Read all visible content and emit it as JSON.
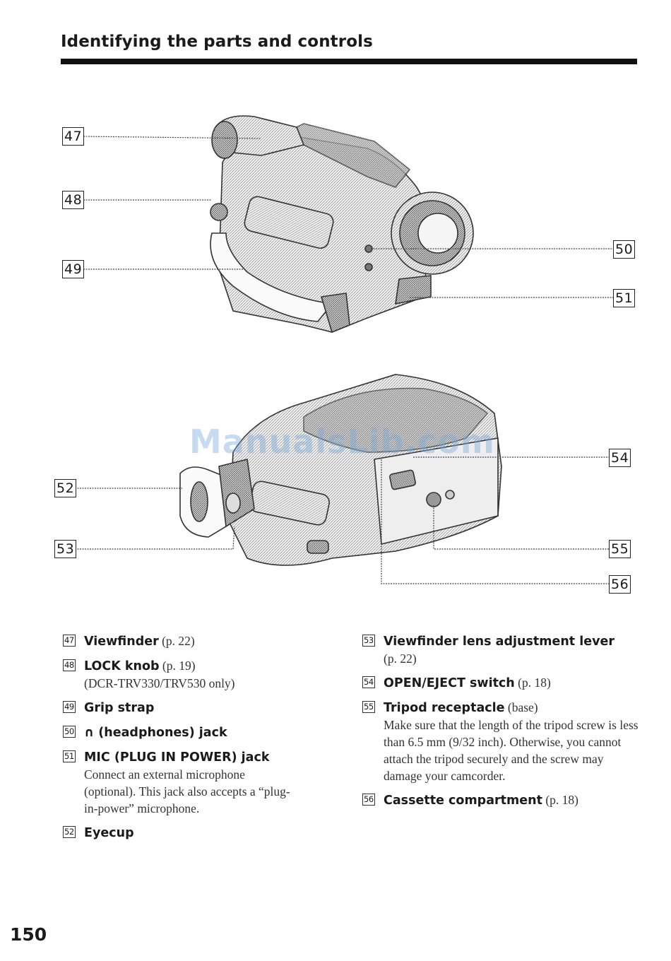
{
  "header": {
    "title": "Identifying the parts and controls"
  },
  "figure": {
    "callouts": [
      "47",
      "48",
      "49",
      "50",
      "51",
      "52",
      "53",
      "54",
      "55",
      "56"
    ],
    "watermark": "ManualsLib.com"
  },
  "items_left": [
    {
      "num": "47",
      "term": "Viewfinder",
      "ref": " (p. 22)",
      "desc": ""
    },
    {
      "num": "48",
      "term": "LOCK knob",
      "ref": " (p. 19)",
      "desc": "(DCR-TRV330/TRV530 only)"
    },
    {
      "num": "49",
      "term": "Grip strap",
      "ref": "",
      "desc": ""
    },
    {
      "num": "50",
      "term": "∩ (headphones) jack",
      "ref": "",
      "desc": ""
    },
    {
      "num": "51",
      "term": "MIC (PLUG IN POWER) jack",
      "ref": "",
      "desc": "Connect an external microphone (optional). This jack also accepts a “plug-in-power” microphone."
    },
    {
      "num": "52",
      "term": "Eyecup",
      "ref": "",
      "desc": ""
    }
  ],
  "items_right": [
    {
      "num": "53",
      "term": "Viewfinder lens adjustment lever",
      "ref": "",
      "desc": "(p. 22)"
    },
    {
      "num": "54",
      "term": "OPEN/EJECT switch",
      "ref": " (p. 18)",
      "desc": ""
    },
    {
      "num": "55",
      "term": "Tripod receptacle",
      "ref": " (base)",
      "desc": "Make sure that the length of the tripod screw is less than 6.5 mm (9/32 inch). Otherwise, you cannot attach the tripod securely and the screw may damage your camcorder."
    },
    {
      "num": "56",
      "term": "Cassette compartment",
      "ref": " (p. 18)",
      "desc": ""
    }
  ],
  "page_number": "150"
}
